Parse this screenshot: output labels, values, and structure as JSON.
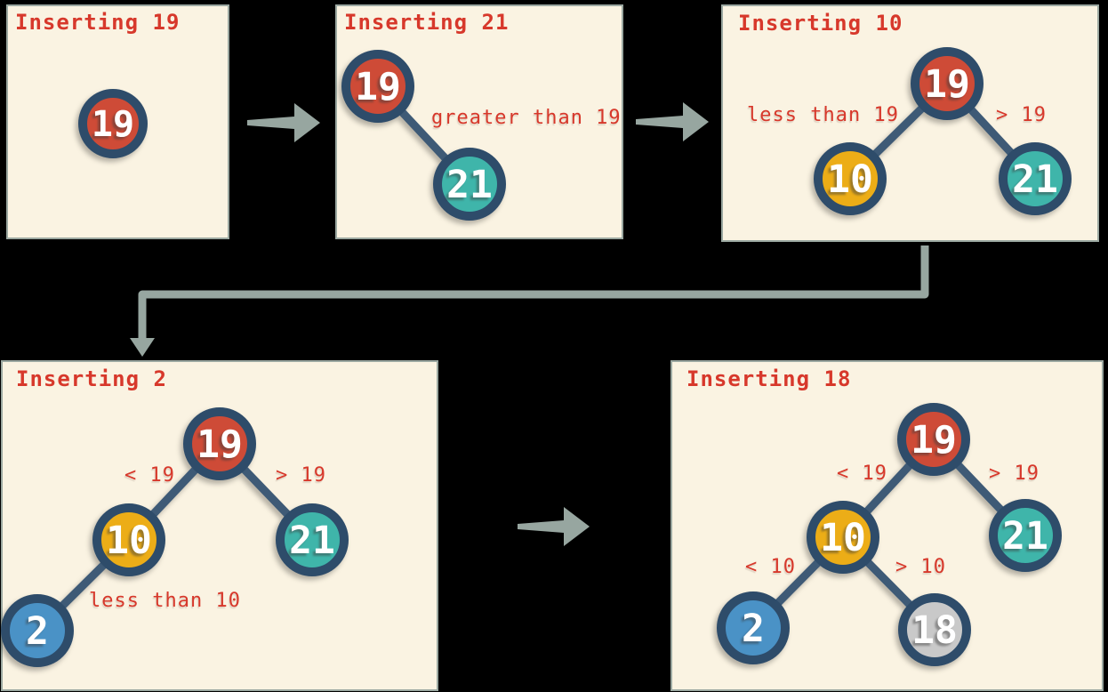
{
  "colors": {
    "background": "#000000",
    "panel_bg": "#FAF3E2",
    "panel_border": "#9BA8A1",
    "text_red": "#D7382B",
    "node_ring": "#2E4C6A",
    "edge": "#3E5A76",
    "node_text": "#FFFFFF",
    "arrow": "#97A6A0",
    "node_red": "#CE4B37",
    "node_teal": "#3FB5AA",
    "node_gold": "#ECAD17",
    "node_blue": "#4A92C6",
    "node_silver": "#C9C9C9"
  },
  "panels": [
    {
      "title": "Inserting 19",
      "nodes": [
        "19"
      ],
      "labels": []
    },
    {
      "title": "Inserting 21",
      "nodes": [
        "19",
        "21"
      ],
      "labels": [
        "greater than 19"
      ]
    },
    {
      "title": "Inserting 10",
      "nodes": [
        "19",
        "10",
        "21"
      ],
      "labels": [
        "less than 19",
        "> 19"
      ]
    },
    {
      "title": "Inserting 2",
      "nodes": [
        "19",
        "10",
        "21",
        "2"
      ],
      "labels": [
        "< 19",
        "> 19",
        "less than 10"
      ]
    },
    {
      "title": "Inserting 18",
      "nodes": [
        "19",
        "10",
        "21",
        "2",
        "18"
      ],
      "labels": [
        "< 19",
        "> 19",
        "< 10",
        "> 10"
      ]
    }
  ]
}
